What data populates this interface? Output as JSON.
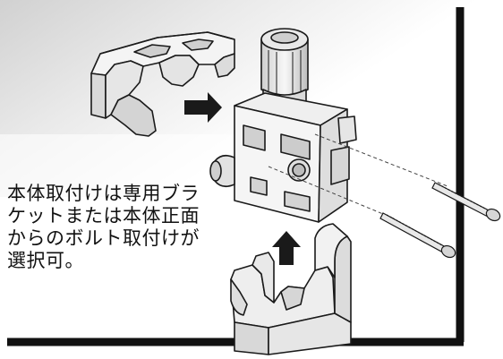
{
  "caption": {
    "lines": [
      "本体取付けは専用ブラ",
      "ケットまたは本体正面",
      "からのボルト取付けが",
      "選択可。"
    ]
  },
  "colors": {
    "line": "#1a1a1a",
    "part_fill": "#f4f4f4",
    "part_shade": "#d4d4d4",
    "wall": "#111111"
  },
  "icons": [
    "bracket-top",
    "bracket-bottom",
    "regulator-body",
    "bolt",
    "arrow-right",
    "arrow-up"
  ]
}
